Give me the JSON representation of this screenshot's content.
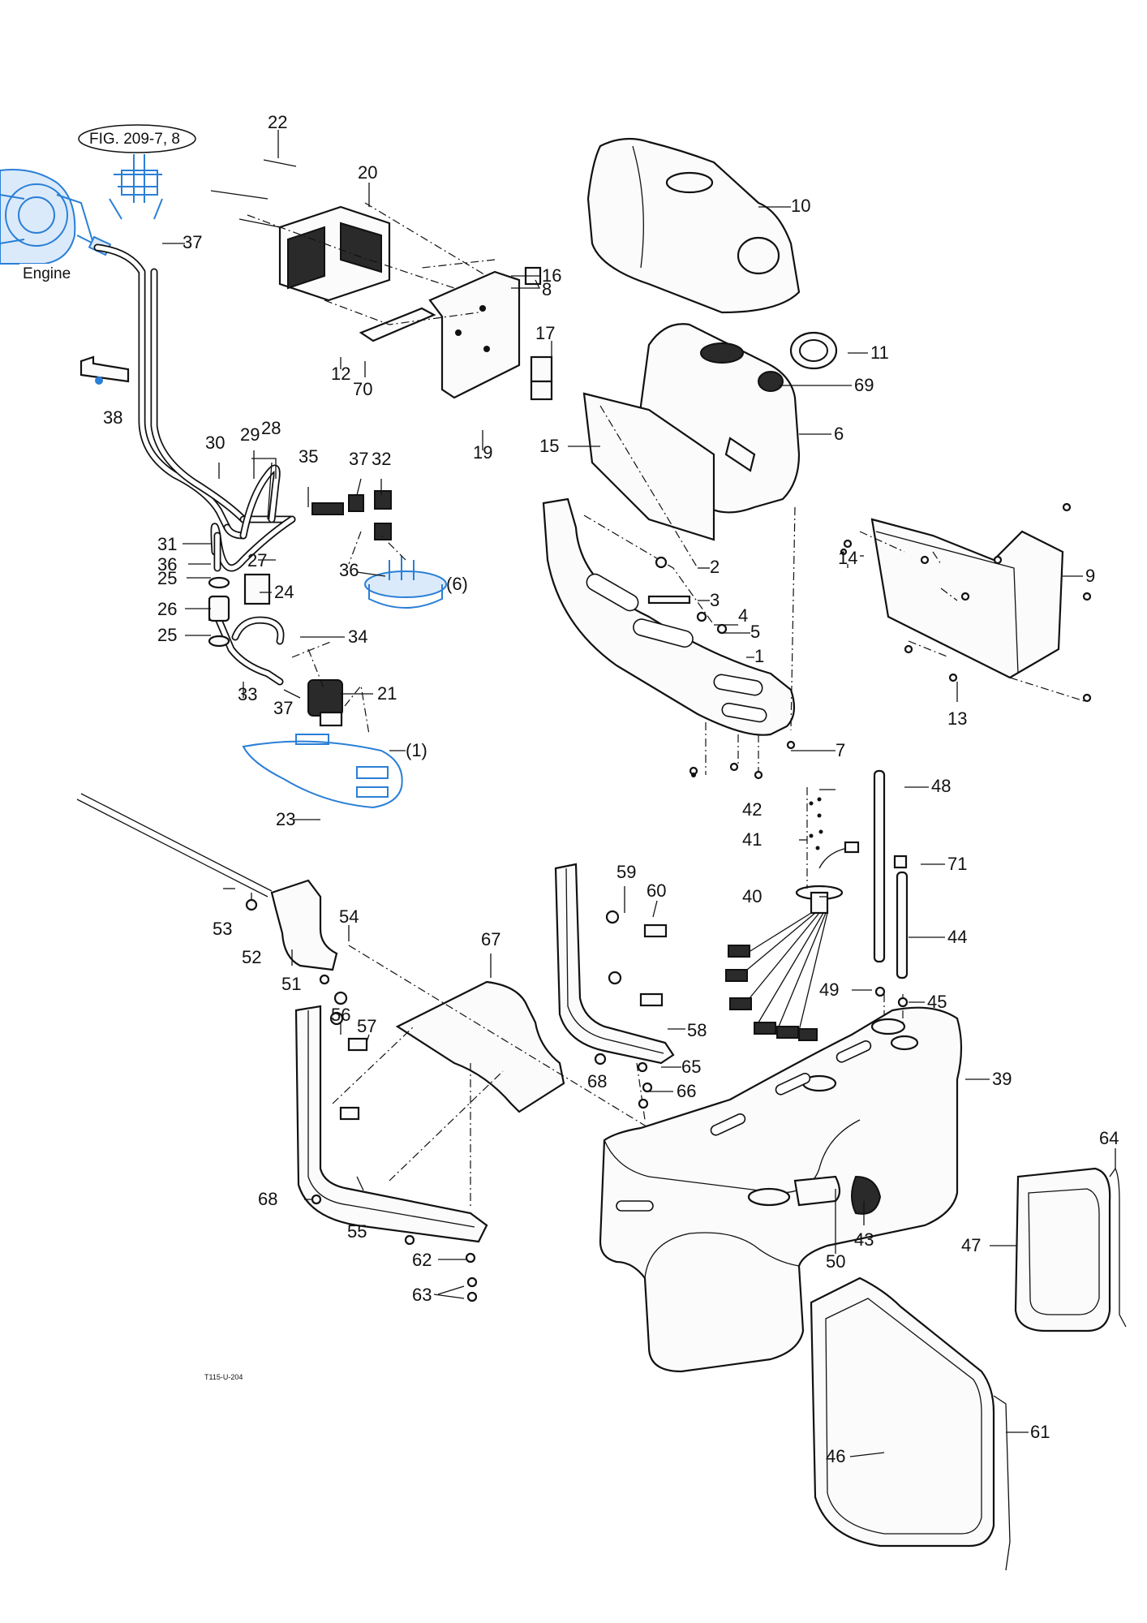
{
  "figure": {
    "fig_ref": "FIG. 209-7, 8",
    "engine_label": "Engine",
    "drawing_code": "T115-U-204"
  },
  "callouts": [
    "1",
    "2",
    "3",
    "4",
    "5",
    "6",
    "7",
    "8",
    "9",
    "10",
    "11",
    "12",
    "13",
    "14",
    "15",
    "16",
    "17",
    "19",
    "20",
    "21",
    "22",
    "23",
    "24",
    "25",
    "25",
    "26",
    "27",
    "28",
    "29",
    "30",
    "31",
    "32",
    "33",
    "34",
    "35",
    "36",
    "36",
    "37",
    "37",
    "37",
    "38",
    "39",
    "40",
    "41",
    "42",
    "43",
    "44",
    "45",
    "46",
    "47",
    "48",
    "49",
    "50",
    "51",
    "52",
    "53",
    "54",
    "55",
    "56",
    "57",
    "58",
    "59",
    "60",
    "61",
    "62",
    "63",
    "64",
    "65",
    "66",
    "67",
    "68",
    "68",
    "69",
    "70",
    "71",
    "(1)",
    "(6)"
  ]
}
